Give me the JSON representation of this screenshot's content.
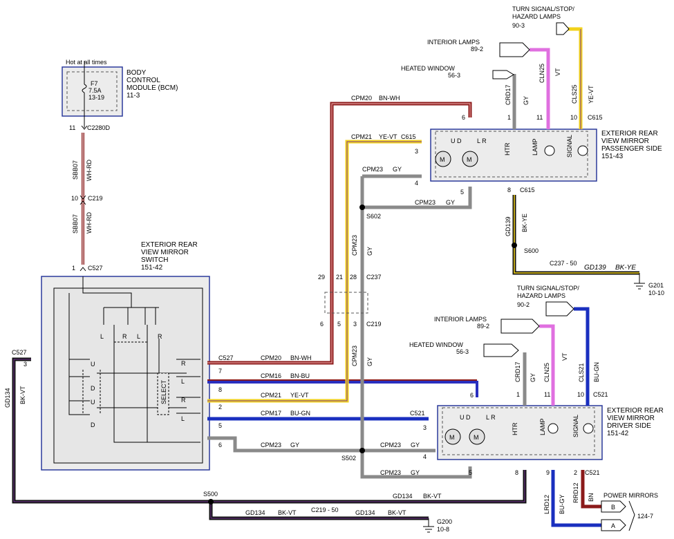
{
  "bcm": {
    "hot": "Hot at all times",
    "fuse_name": "F7",
    "fuse_rating": "7.5A",
    "fuse_ref": "13-19",
    "title1": "BODY",
    "title2": "CONTROL",
    "title3": "MODULE (BCM)",
    "ref": "11-3"
  },
  "connectors": {
    "c2280d": "C2280D",
    "c219": "C219",
    "c527": "C527",
    "c237": "C237",
    "c615": "C615",
    "c521": "C521",
    "c237_50": "C237 - 50",
    "c219_50": "C219 - 50"
  },
  "pins": {
    "p11": "11",
    "p10": "10",
    "p1": "1",
    "p3": "3",
    "p7": "7",
    "p8": "8",
    "p2": "2",
    "p5": "5",
    "p6": "6",
    "p4": "4",
    "p29": "29",
    "p21": "21",
    "p28": "28",
    "p9": "9"
  },
  "wires": {
    "sbb07": "SBB07",
    "wh_rd": "WH-RD",
    "cpm20": "CPM20",
    "bn_wh": "BN-WH",
    "cpm16": "CPM16",
    "bn_bu": "BN-BU",
    "cpm21": "CPM21",
    "ye_vt": "YE-VT",
    "cpm17": "CPM17",
    "bu_gn": "BU-GN",
    "cpm23": "CPM23",
    "gy": "GY",
    "gd134": "GD134",
    "bk_vt": "BK-VT",
    "gd139": "GD139",
    "bk_ye": "BK-YE",
    "crd17": "CRD17",
    "cln25": "CLN25",
    "vt": "VT",
    "cls25": "CLS25",
    "cls21": "CLS21",
    "lrd12": "LRD12",
    "bu_gy": "BU-GY",
    "rrd12": "RRD12",
    "bn": "BN"
  },
  "splices": {
    "s602": "S602",
    "s502": "S502",
    "s500": "S500",
    "s600": "S600"
  },
  "grounds": {
    "g201": "G201",
    "g201_ref": "10-10",
    "g200": "G200",
    "g200_ref": "10-8"
  },
  "switch": {
    "title1": "EXTERIOR REAR",
    "title2": "VIEW MIRROR",
    "title3": "SWITCH",
    "ref": "151-42",
    "l": "L",
    "r": "R",
    "u": "U",
    "d": "D",
    "select": "SELECT"
  },
  "pass_mirror": {
    "title1": "EXTERIOR REAR",
    "title2": "VIEW MIRROR",
    "title3": "PASSENGER SIDE",
    "ref": "151-43",
    "ud": "U D",
    "lr": "L R",
    "m": "M",
    "htr": "HTR",
    "lamp": "LAMP",
    "signal": "SIGNAL"
  },
  "drv_mirror": {
    "title1": "EXTERIOR REAR",
    "title2": "VIEW MIRROR",
    "title3": "DRIVER SIDE",
    "ref": "151-42"
  },
  "refs_pass": {
    "turn1": "TURN SIGNAL/STOP/",
    "turn2": "HAZARD LAMPS",
    "turn_ref": "90-3",
    "int": "INTERIOR LAMPS",
    "int_ref": "89-2",
    "heat": "HEATED WINDOW",
    "heat_ref": "56-3"
  },
  "refs_drv": {
    "turn1": "TURN SIGNAL/STOP/",
    "turn2": "HAZARD LAMPS",
    "turn_ref": "90-2",
    "int": "INTERIOR LAMPS",
    "int_ref": "89-2",
    "heat": "HEATED WINDOW",
    "heat_ref": "56-3"
  },
  "power_mirrors": {
    "title": "POWER MIRRORS",
    "b": "B",
    "a": "A",
    "ref": "124-7"
  },
  "colors": {
    "brown": "#8b1a1a",
    "red": "#c0392b",
    "blue": "#1a2fbf",
    "yellow": "#f2d21b",
    "gray": "#8a8a8a",
    "black": "#111111",
    "violet": "#e070e0",
    "box": "#2b3a9b"
  }
}
